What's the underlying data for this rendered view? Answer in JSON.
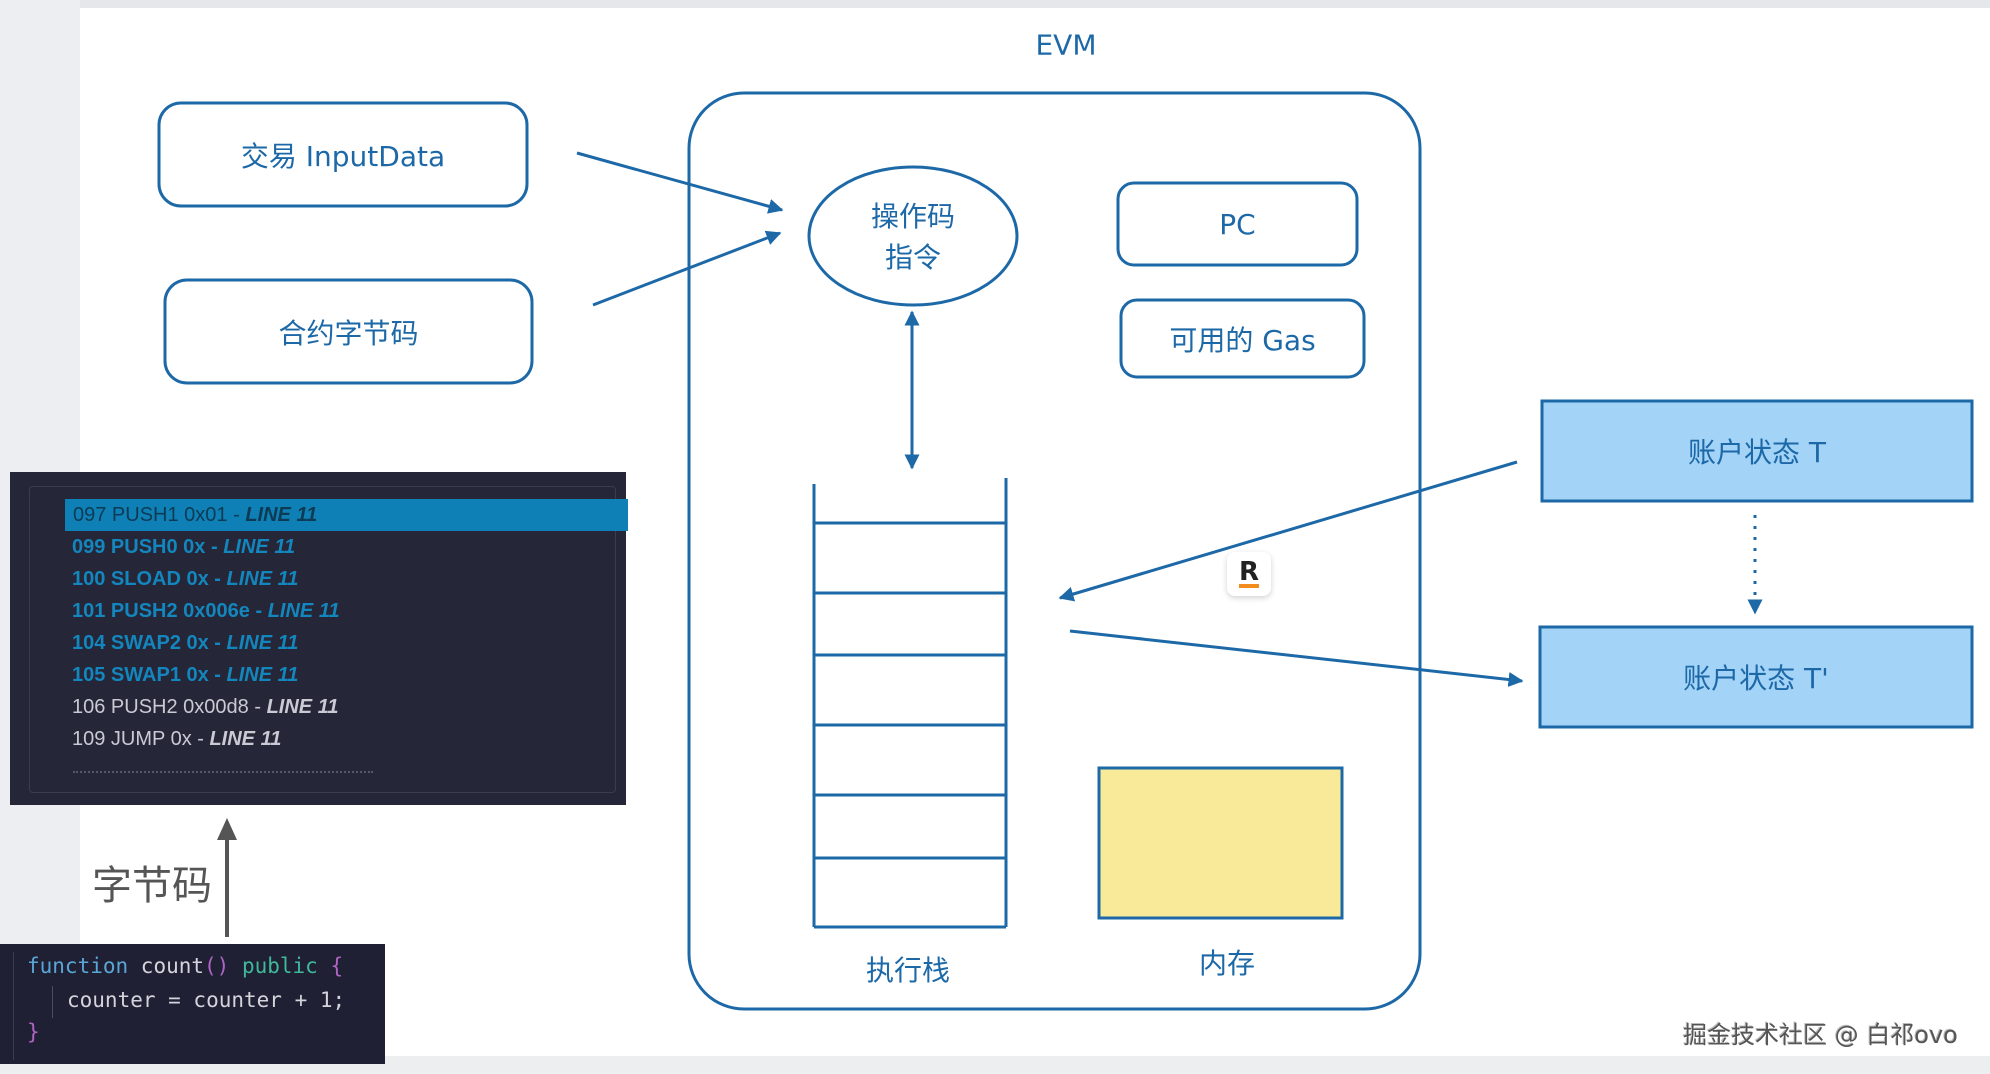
{
  "diagram": {
    "evm_title": "EVM",
    "inputs": [
      {
        "label": "交易 InputData"
      },
      {
        "label": "合约字节码"
      }
    ],
    "opcode_node": {
      "line1": "操作码",
      "line2": "指令"
    },
    "pc_label": "PC",
    "gas_label": "可用的 Gas",
    "stack_label": "执行栈",
    "memory_label": "内存",
    "account_state": "账户状态 T",
    "account_state_next": "账户状态 T'",
    "colors": {
      "stroke": "#1d69a8",
      "account_fill": "#a3d3f7",
      "memory_fill": "#f8ea98"
    }
  },
  "bytecode_panel": {
    "lines": [
      {
        "op": "097 PUSH1 0x01",
        "suffix": "LINE 11",
        "state": "selected"
      },
      {
        "op": "099 PUSH0 0x",
        "suffix": "LINE 11",
        "state": "highlighted"
      },
      {
        "op": "100 SLOAD 0x",
        "suffix": "LINE 11",
        "state": "highlighted"
      },
      {
        "op": "101 PUSH2 0x006e",
        "suffix": "LINE 11",
        "state": "highlighted"
      },
      {
        "op": "104 SWAP2 0x",
        "suffix": "LINE 11",
        "state": "highlighted"
      },
      {
        "op": "105 SWAP1 0x",
        "suffix": "LINE 11",
        "state": "highlighted"
      },
      {
        "op": "106 PUSH2 0x00d8",
        "suffix": "LINE 11",
        "state": "normal"
      },
      {
        "op": "109 JUMP 0x",
        "suffix": "LINE 11",
        "state": "normal"
      }
    ],
    "separator": " - "
  },
  "bytecode_arrow_label": "字节码",
  "source_code": {
    "keyword": "function",
    "name": " count",
    "parens": "()",
    "modifier": "public",
    "open_brace": "{",
    "body": "counter = counter + 1;",
    "close_brace": "}"
  },
  "watermark": "掘金技术社区 @ 白祁ovo",
  "badge_letter": "R"
}
